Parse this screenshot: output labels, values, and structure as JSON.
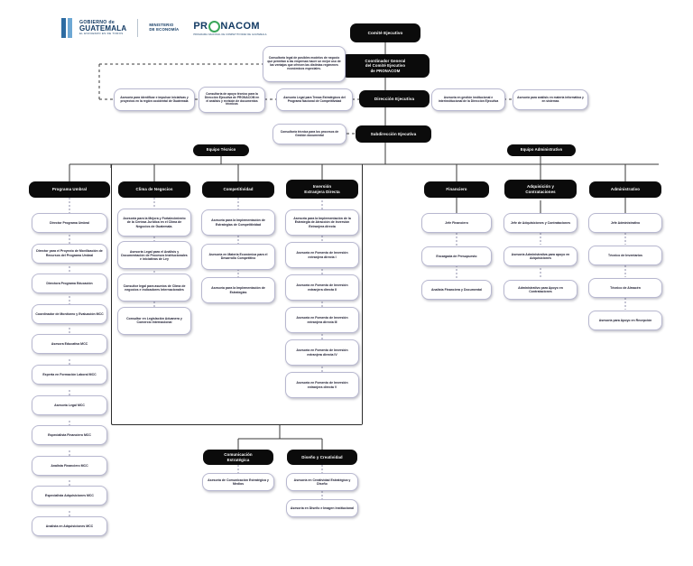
{
  "branding": {
    "gobierno_line1": "GOBIERNO de",
    "gobierno_line2": "GUATEMALA",
    "gobierno_line3": "EL ESFUERZO ES DE TODOS",
    "ministerio_line1": "MINISTERIO",
    "ministerio_line2": "DE ECONOMÍA",
    "pronacom_name_part1": "PR",
    "pronacom_name_part2": "NACOM",
    "pronacom_tagline": "PROGRAMA NACIONAL DE COMPETITIVIDAD DE GUATEMALA",
    "colors": {
      "dark_node": "#0b0b0b",
      "light_node_border": "#b8b8d0",
      "brand_blue": "#123a63",
      "accent_blue": "#2d6ca2",
      "accent_green": "#3aa65a"
    }
  },
  "executive": {
    "comite_ejecutivo": "Comité Ejecutivo",
    "coordinador_general": "Coordinador General\ndel Comité Ejecutivo\nde PRONACOM",
    "direccion_ejecutiva": "Dirección Ejecutiva",
    "subdireccion_ejecutiva": "Subdirección Ejecutiva"
  },
  "advisory_boxes": {
    "consultoria_modelos_negocio": "Consultoría legal de posibles modelos de negocio que permitan a las empresas hacer un mejor uso de las ventajas que ofrecen las distintas regímenes económicos especiales.",
    "asesoria_region_occidental": "Asesoría para identificar e impulsar iniciativas y proyectos en la región occidental de Guatemala",
    "consultoria_apoyo_tecnico": "Consultoría de apoyo técnico para la Dirección Ejecutiva de PRONACOM en el análisis y revisión de documentos técnicos",
    "asesoria_legal_temas_estrategicos": "Asesoría Legal para Temas Estratégicos del Programa Nacional de Competitividad",
    "asesoria_gestion_institucional": "Asesoría en gestión institucional e interinstitucional de la Dirección Ejecutiva",
    "asesoria_informatica": "Asesoría para análisis en materia informática y en sistemas",
    "consultoria_gestion_documental": "Consultoría técnica para los procesos de Gestión documental"
  },
  "team_labels": {
    "equipo_tecnico": "Equipo Técnico",
    "equipo_administrativo": "Equipo Administrativo"
  },
  "columns": [
    {
      "id": "programa-umbral",
      "header": "Programa Umbral",
      "items": [
        "Director Programa Umbral",
        "Director para el Proyecto de Movilización de Recursos del Programa Umbral",
        "Directora Programa Educación",
        "Coordinador  de Monitoreo y Evaluación MCC",
        "Asesora Educativa MCC",
        "Experta en Formación Laboral MCC",
        "Asesoría  Legal MCC",
        "Especialista Financiero MCC",
        "Analista Financiero MCC",
        "Especialista Adquisiciones MCC",
        "Analista en Adquisiciones MCC"
      ]
    },
    {
      "id": "clima-de-negocios",
      "header": "Clima de Negocios",
      "items": [
        "Asesoría para la Mejora y Fortalecimiento de la Certeza Jurídica en el Clima de Negocios de Guatemala.",
        "Asesoría Legal para el Análisis y Documentación de Procesos Institucionales e iniciativas de Ley",
        "Consultor legal para asuntos de Clima de negocios e indicadores Internacionales",
        "Consultor en Legislación Aduanera y Comercio Internacional"
      ]
    },
    {
      "id": "competitividad",
      "header": "Competitividad",
      "items": [
        "Asesoría para la Implementación de Estrategias de Competitividad",
        "Asesoría en Materia Económica para el Desarrollo Competitivo",
        "Asesoría para la Implementación de Estrategias"
      ]
    },
    {
      "id": "inversion-extranjera-directa",
      "header": "Inversión\nExtranjera Directa",
      "items": [
        "Asesoría para la Implementación de la Estrategia de Atracción de Inversión Extranjera directa",
        "Asesoría en Fomento de Inversión extranjera directa I",
        "Asesoría en Fomento de Inversión extranjera directa II",
        "Asesoría en Fomento de Inversión extranjera directa III",
        "Asesoría en Fomento de Inversión extranjera directa IV",
        "Asesoría en Fomento de Inversión extranjera directa V"
      ]
    },
    {
      "id": "financiero",
      "header": "Financiero",
      "items": [
        "Jefe Financiero",
        "Encargada de Presupuesto",
        "Analista Financiera y Documental"
      ]
    },
    {
      "id": "adquisicion-y-contrataciones",
      "header": "Adquisición y\nContrataciones",
      "items": [
        "Jefe de Adquisiciones y Contrataciones",
        "Asesoría Administrativa para apoyo en Adquisiciones",
        "Administrativo para Apoyo en Contrataciones"
      ]
    },
    {
      "id": "administrativo",
      "header": "Administrativo",
      "items": [
        "Jefe Administrativo",
        "Técnico de Inventarios",
        "Técnico de Almacén",
        "Asesoría para Apoyo en Recepción"
      ]
    },
    {
      "id": "comunicacion-estrategica",
      "header": "Comunicación\nEstratégica",
      "items": [
        "Asesoría  de Comunicación Estratégica y Medios"
      ]
    },
    {
      "id": "diseno-y-creatividad",
      "header": "Diseño y Creatividad",
      "items": [
        "Asesoría en Creatividad Estratégica y Diseño",
        "Asesoría en Diseño e Imagen Institucional"
      ]
    }
  ]
}
